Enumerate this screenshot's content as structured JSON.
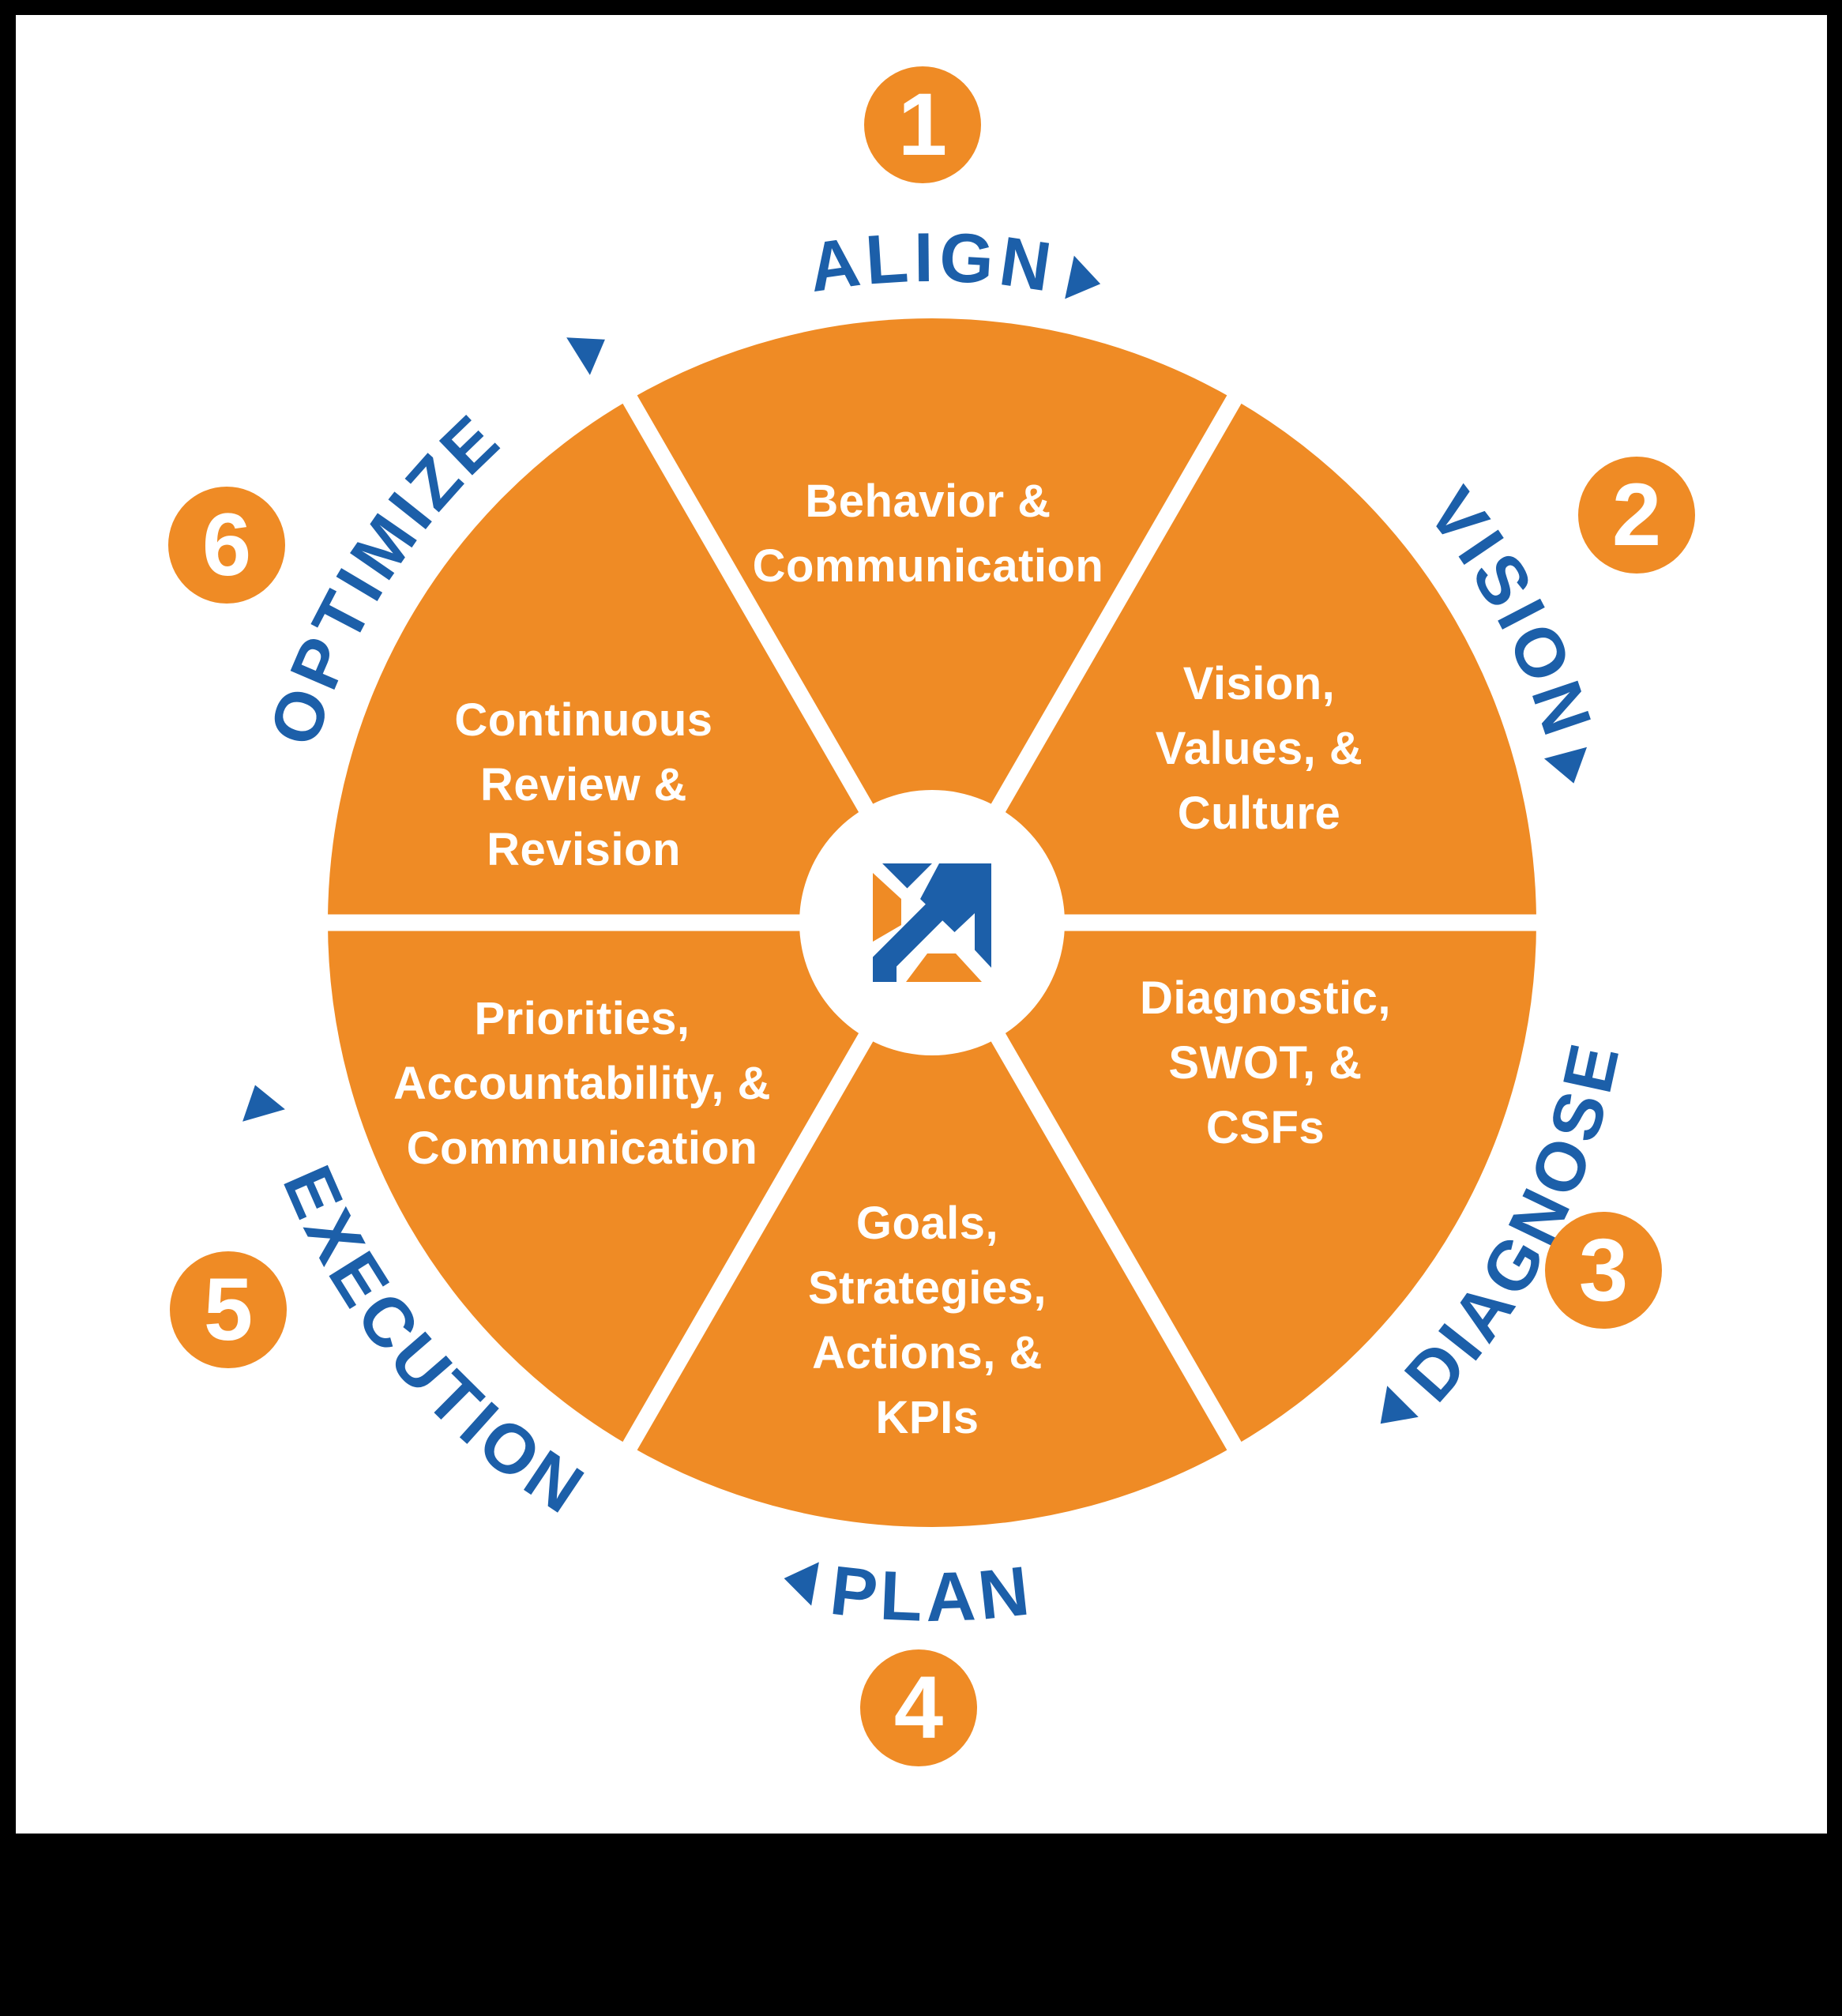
{
  "diagram": {
    "type": "process-wheel",
    "colors": {
      "orange": "#EF8B25",
      "blue": "#1C5FA9",
      "surface": "#FFFFFF",
      "frame": "#000000"
    },
    "center_logo": "growth-arrow-logo",
    "steps": [
      {
        "number": "1",
        "label": "ALIGN",
        "segment_text": "Behavior &\nCommunication"
      },
      {
        "number": "2",
        "label": "VISION",
        "segment_text": "Vision,\nValues, &\nCulture"
      },
      {
        "number": "3",
        "label": "DIAGNOSE",
        "segment_text": "Diagnostic,\nSWOT, &\nCSFs"
      },
      {
        "number": "4",
        "label": "PLAN",
        "segment_text": "Goals,\nStrategies,\nActions, &\nKPIs"
      },
      {
        "number": "5",
        "label": "EXECUTION",
        "segment_text": "Priorities,\nAccountability, &\nCommunication"
      },
      {
        "number": "6",
        "label": "OPTIMIZE",
        "segment_text": "Continuous\nReview &\nRevision"
      }
    ]
  }
}
